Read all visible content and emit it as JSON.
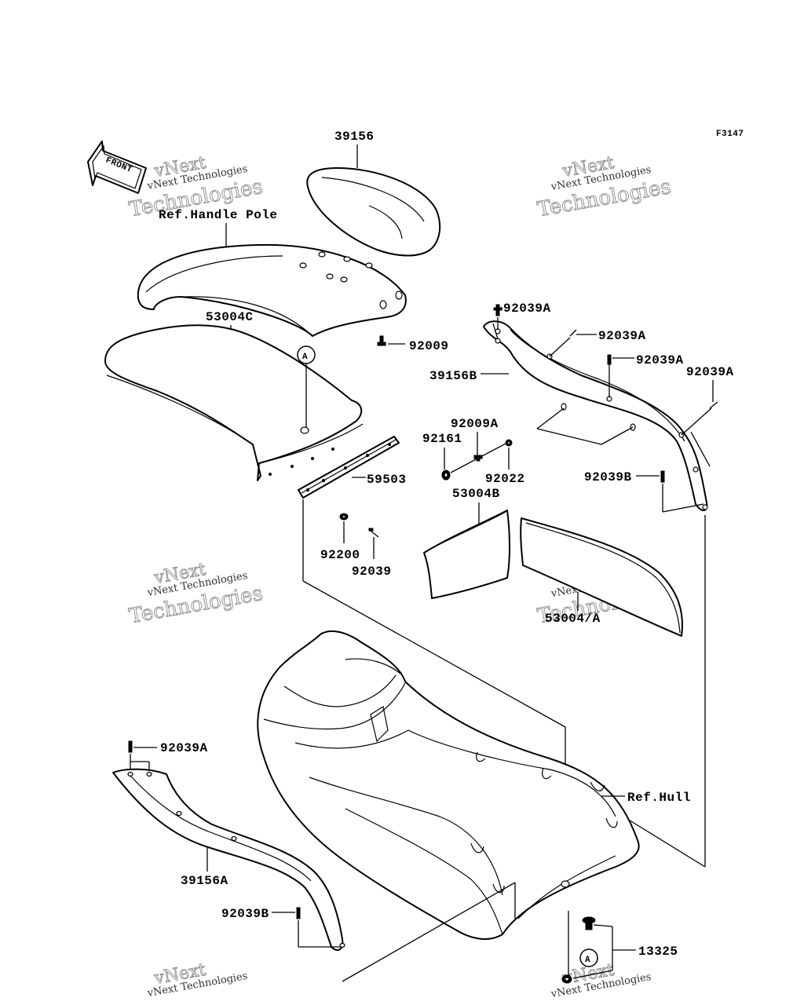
{
  "figure_code": "F3147",
  "front_label": "FRONT",
  "circle_marker": "A",
  "parts": {
    "p39156": "39156",
    "ref_handle_pole": "Ref.Handle Pole",
    "p53004C": "53004C",
    "p92009": "92009",
    "p59503": "59503",
    "p92200": "92200",
    "p92039": "92039",
    "p92039A_1": "92039A",
    "p92039A_2": "92039A",
    "p92039A_3": "92039A",
    "p92039A_4": "92039A",
    "p92039A_5": "92039A",
    "p39156B": "39156B",
    "p92009A": "92009A",
    "p92161": "92161",
    "p92022": "92022",
    "p53004B": "53004B",
    "p92039B_1": "92039B",
    "p92039B_2": "92039B",
    "p53004A": "53004/A",
    "ref_hull": "Ref.Hull",
    "p39156A": "39156A",
    "p13325": "13325"
  },
  "watermark": {
    "line1": "vNext",
    "line2": "vNext Technologies",
    "line3": "Technologies"
  }
}
